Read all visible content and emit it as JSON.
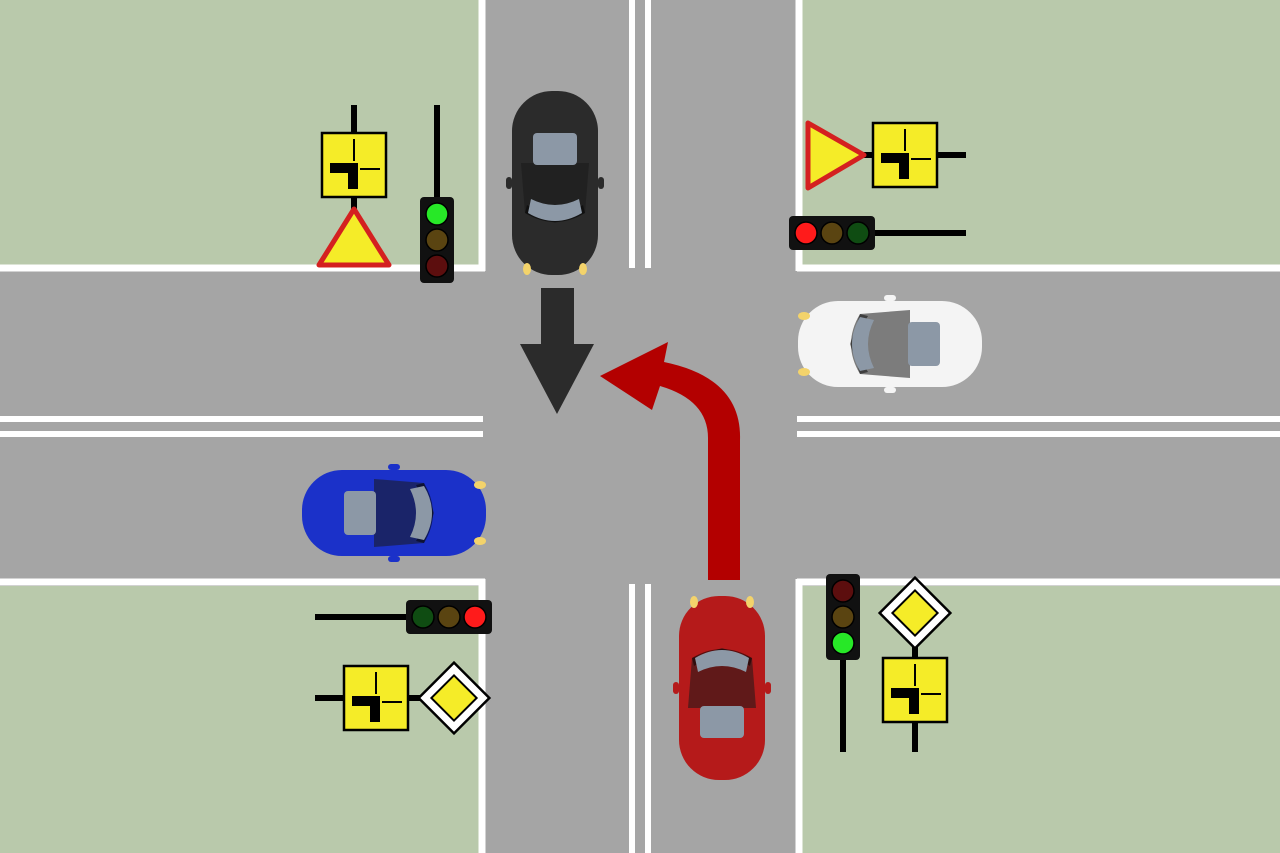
{
  "colors": {
    "grass": "#b9c9ab",
    "road": "#a5a5a5",
    "marking": "#ffffff",
    "sign_yellow": "#f5ec28",
    "sign_border": "#000000",
    "yield_red": "#d42020",
    "light_red_on": "#ff1b1b",
    "light_red_off": "#5c0e0e",
    "light_amber_off": "#5a4411",
    "light_green_on": "#27e827",
    "light_green_off": "#0f4c12",
    "arrow_red": "#b30000",
    "arrow_dark": "#2b2b2b"
  },
  "vehicles": [
    {
      "id": "black-car",
      "color": "#2b2b2b",
      "heading": "south",
      "moves": "straight"
    },
    {
      "id": "red-car",
      "color": "#b51a1a",
      "heading": "north",
      "moves": "left"
    },
    {
      "id": "white-car",
      "color": "#f4f4f4",
      "heading": "west",
      "moves": "stopped"
    },
    {
      "id": "blue-car",
      "color": "#1b31c9",
      "heading": "east",
      "moves": "stopped"
    }
  ],
  "traffic_lights": [
    {
      "id": "traffic-light-nw",
      "lit": "green"
    },
    {
      "id": "traffic-light-ne",
      "lit": "red"
    },
    {
      "id": "traffic-light-sw",
      "lit": "red"
    },
    {
      "id": "traffic-light-se",
      "lit": "green"
    }
  ],
  "signs": [
    {
      "id": "nw",
      "icon": "yield-sign",
      "plate": "priority-road-direction-plate"
    },
    {
      "id": "ne",
      "icon": "yield-sign",
      "plate": "priority-road-direction-plate"
    },
    {
      "id": "sw",
      "icon": "priority-road-sign",
      "plate": "priority-road-direction-plate"
    },
    {
      "id": "se",
      "icon": "priority-road-sign",
      "plate": "priority-road-direction-plate"
    }
  ]
}
